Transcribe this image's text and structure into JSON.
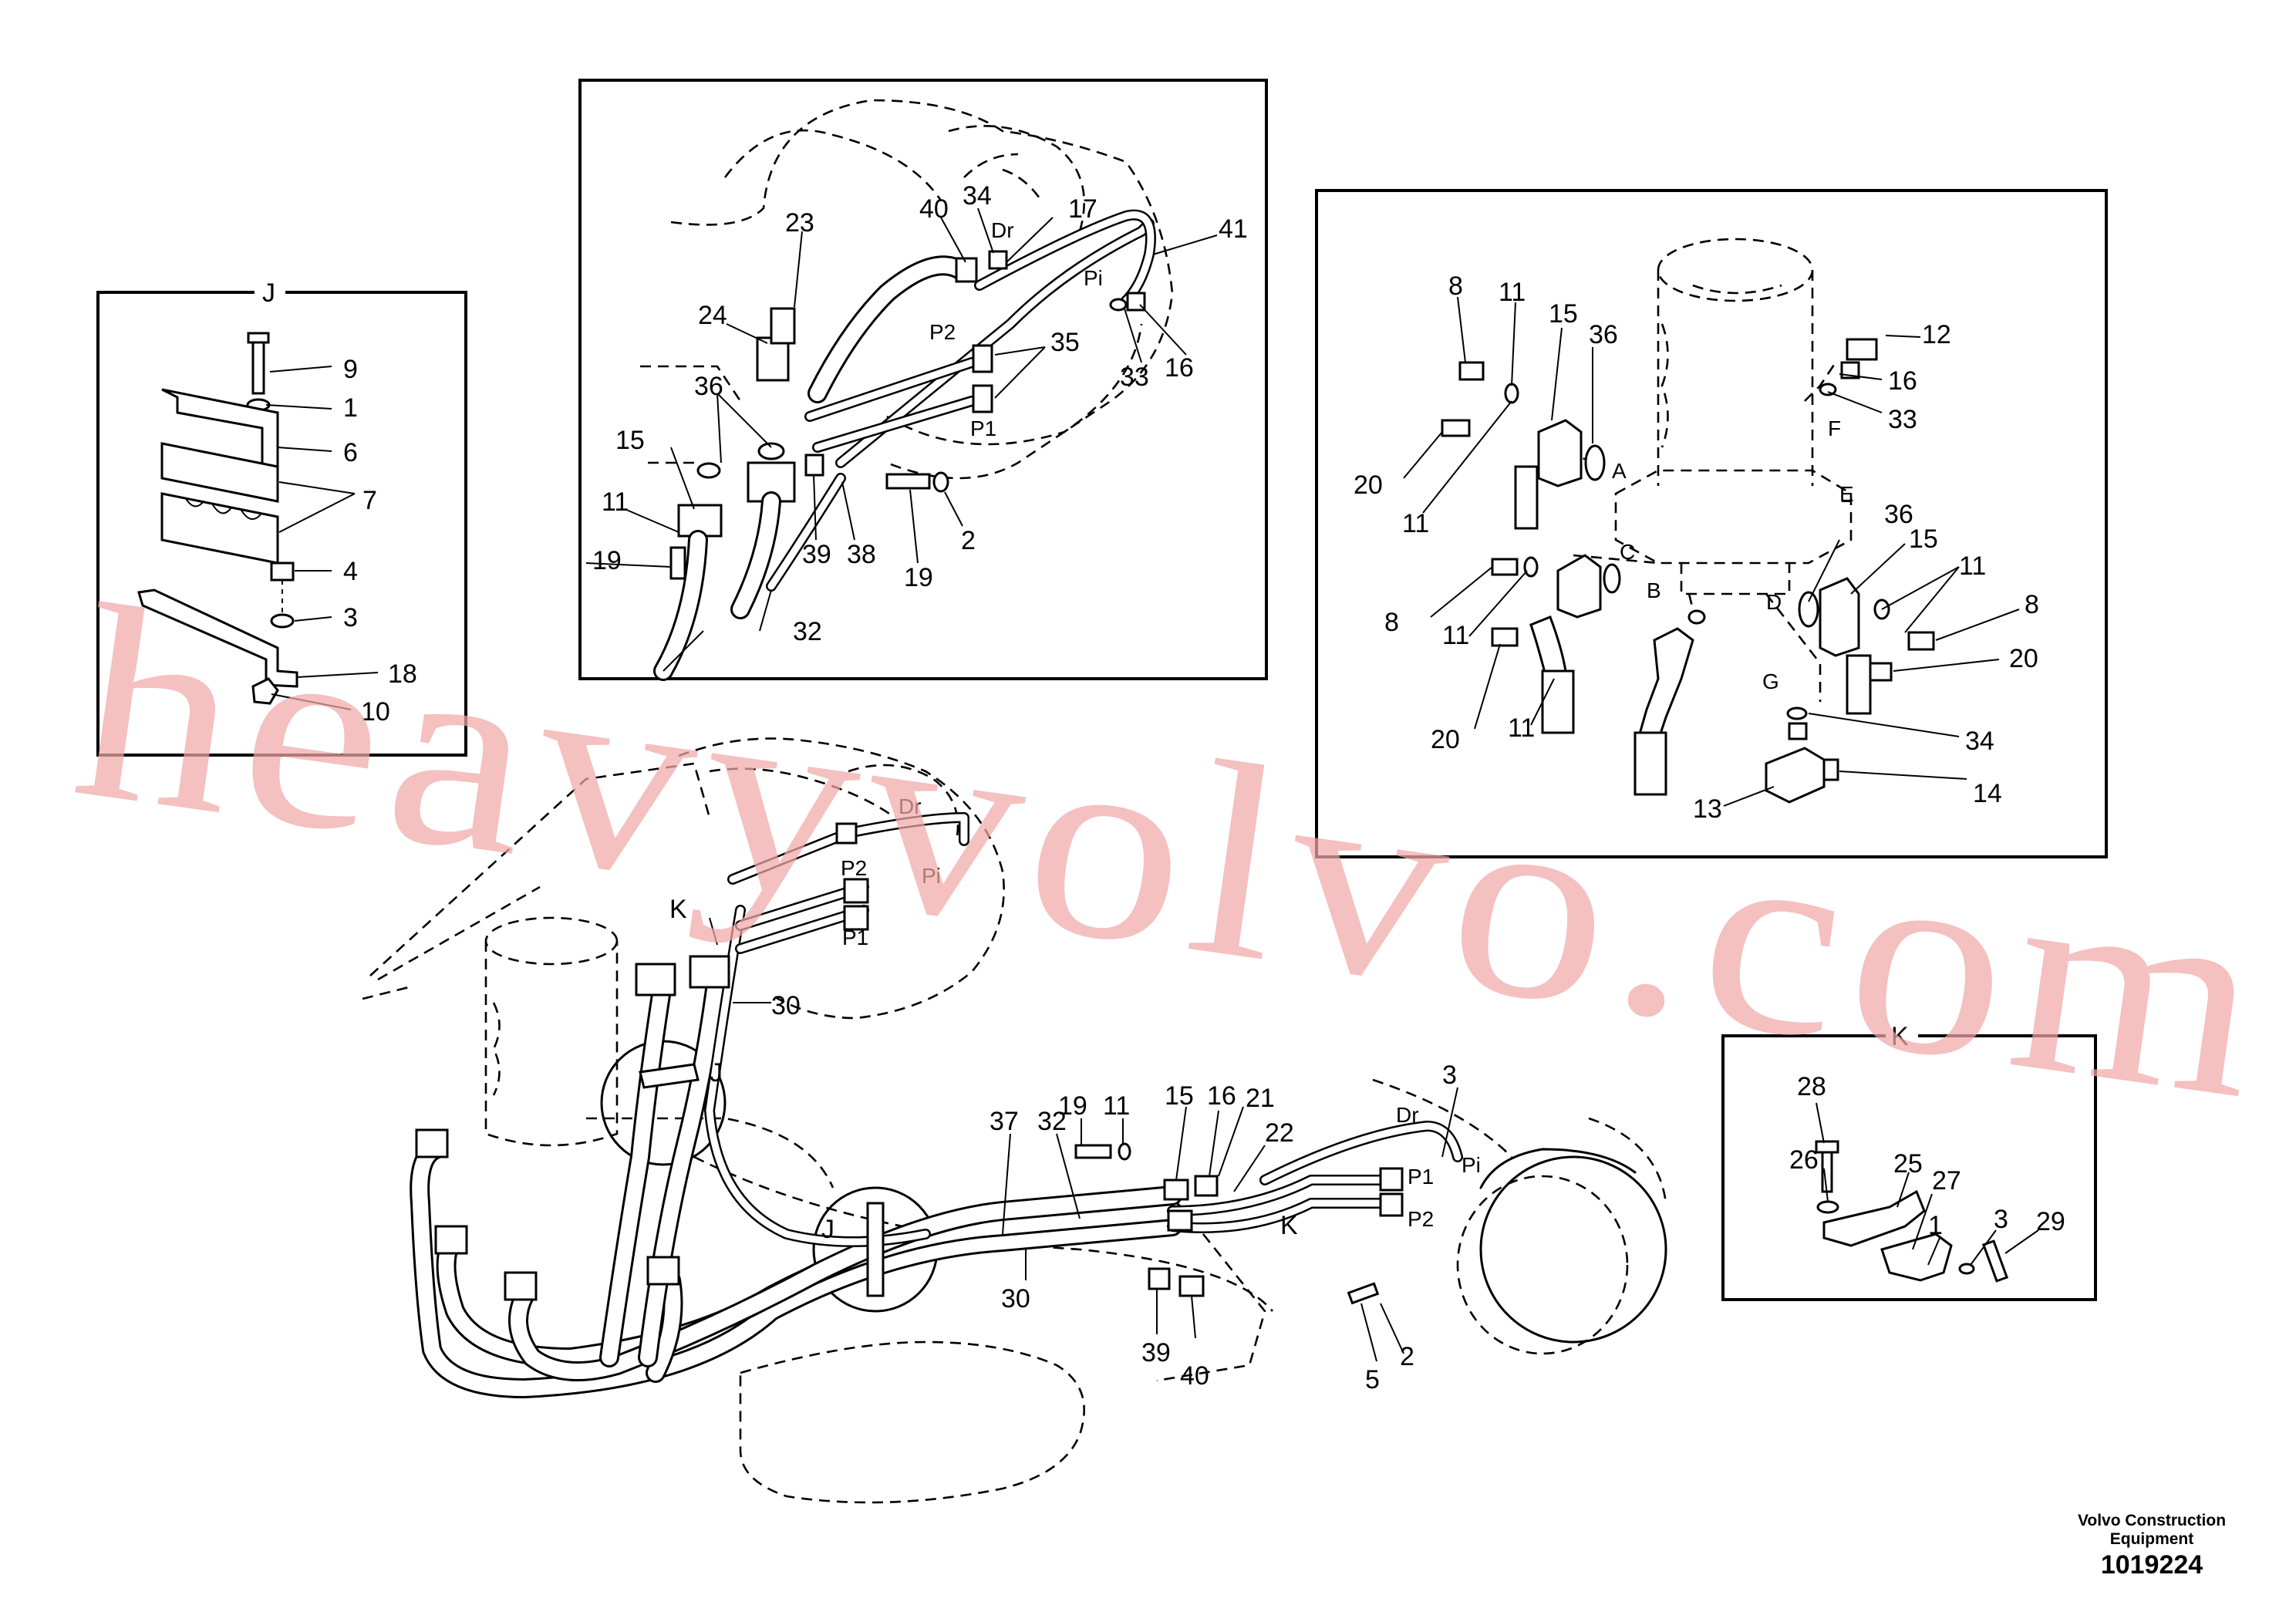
{
  "watermark": "heavyvolvo.com",
  "footer": {
    "brand": "Volvo Construction Equipment",
    "figure_number": "1019224"
  },
  "views": {
    "J": "J",
    "K": "K"
  },
  "ports": {
    "dr": "Dr",
    "pi": "Pi",
    "p1": "P1",
    "p2": "P2",
    "a": "A",
    "b": "B",
    "c": "C",
    "d": "D",
    "e": "E",
    "f": "F",
    "g": "G",
    "k": "K",
    "j": "J"
  },
  "labels": {
    "top_inset": [
      "40",
      "34",
      "17",
      "41",
      "23",
      "24",
      "36",
      "35",
      "15",
      "11",
      "19",
      "39",
      "38",
      "19",
      "2",
      "32",
      "33",
      "16"
    ],
    "inset_j": [
      "9",
      "1",
      "6",
      "7",
      "4",
      "3",
      "18",
      "10"
    ],
    "right_inset": [
      "8",
      "11",
      "15",
      "36",
      "12",
      "16",
      "33",
      "20",
      "11",
      "8",
      "11",
      "20",
      "11",
      "36",
      "15",
      "11",
      "8",
      "20",
      "34",
      "14",
      "13"
    ],
    "inset_k": [
      "28",
      "26",
      "25",
      "27",
      "1",
      "3",
      "29"
    ],
    "main": [
      "30",
      "19",
      "11",
      "15",
      "16",
      "21",
      "22",
      "3",
      "37",
      "32",
      "30",
      "39",
      "40",
      "5",
      "2"
    ]
  }
}
